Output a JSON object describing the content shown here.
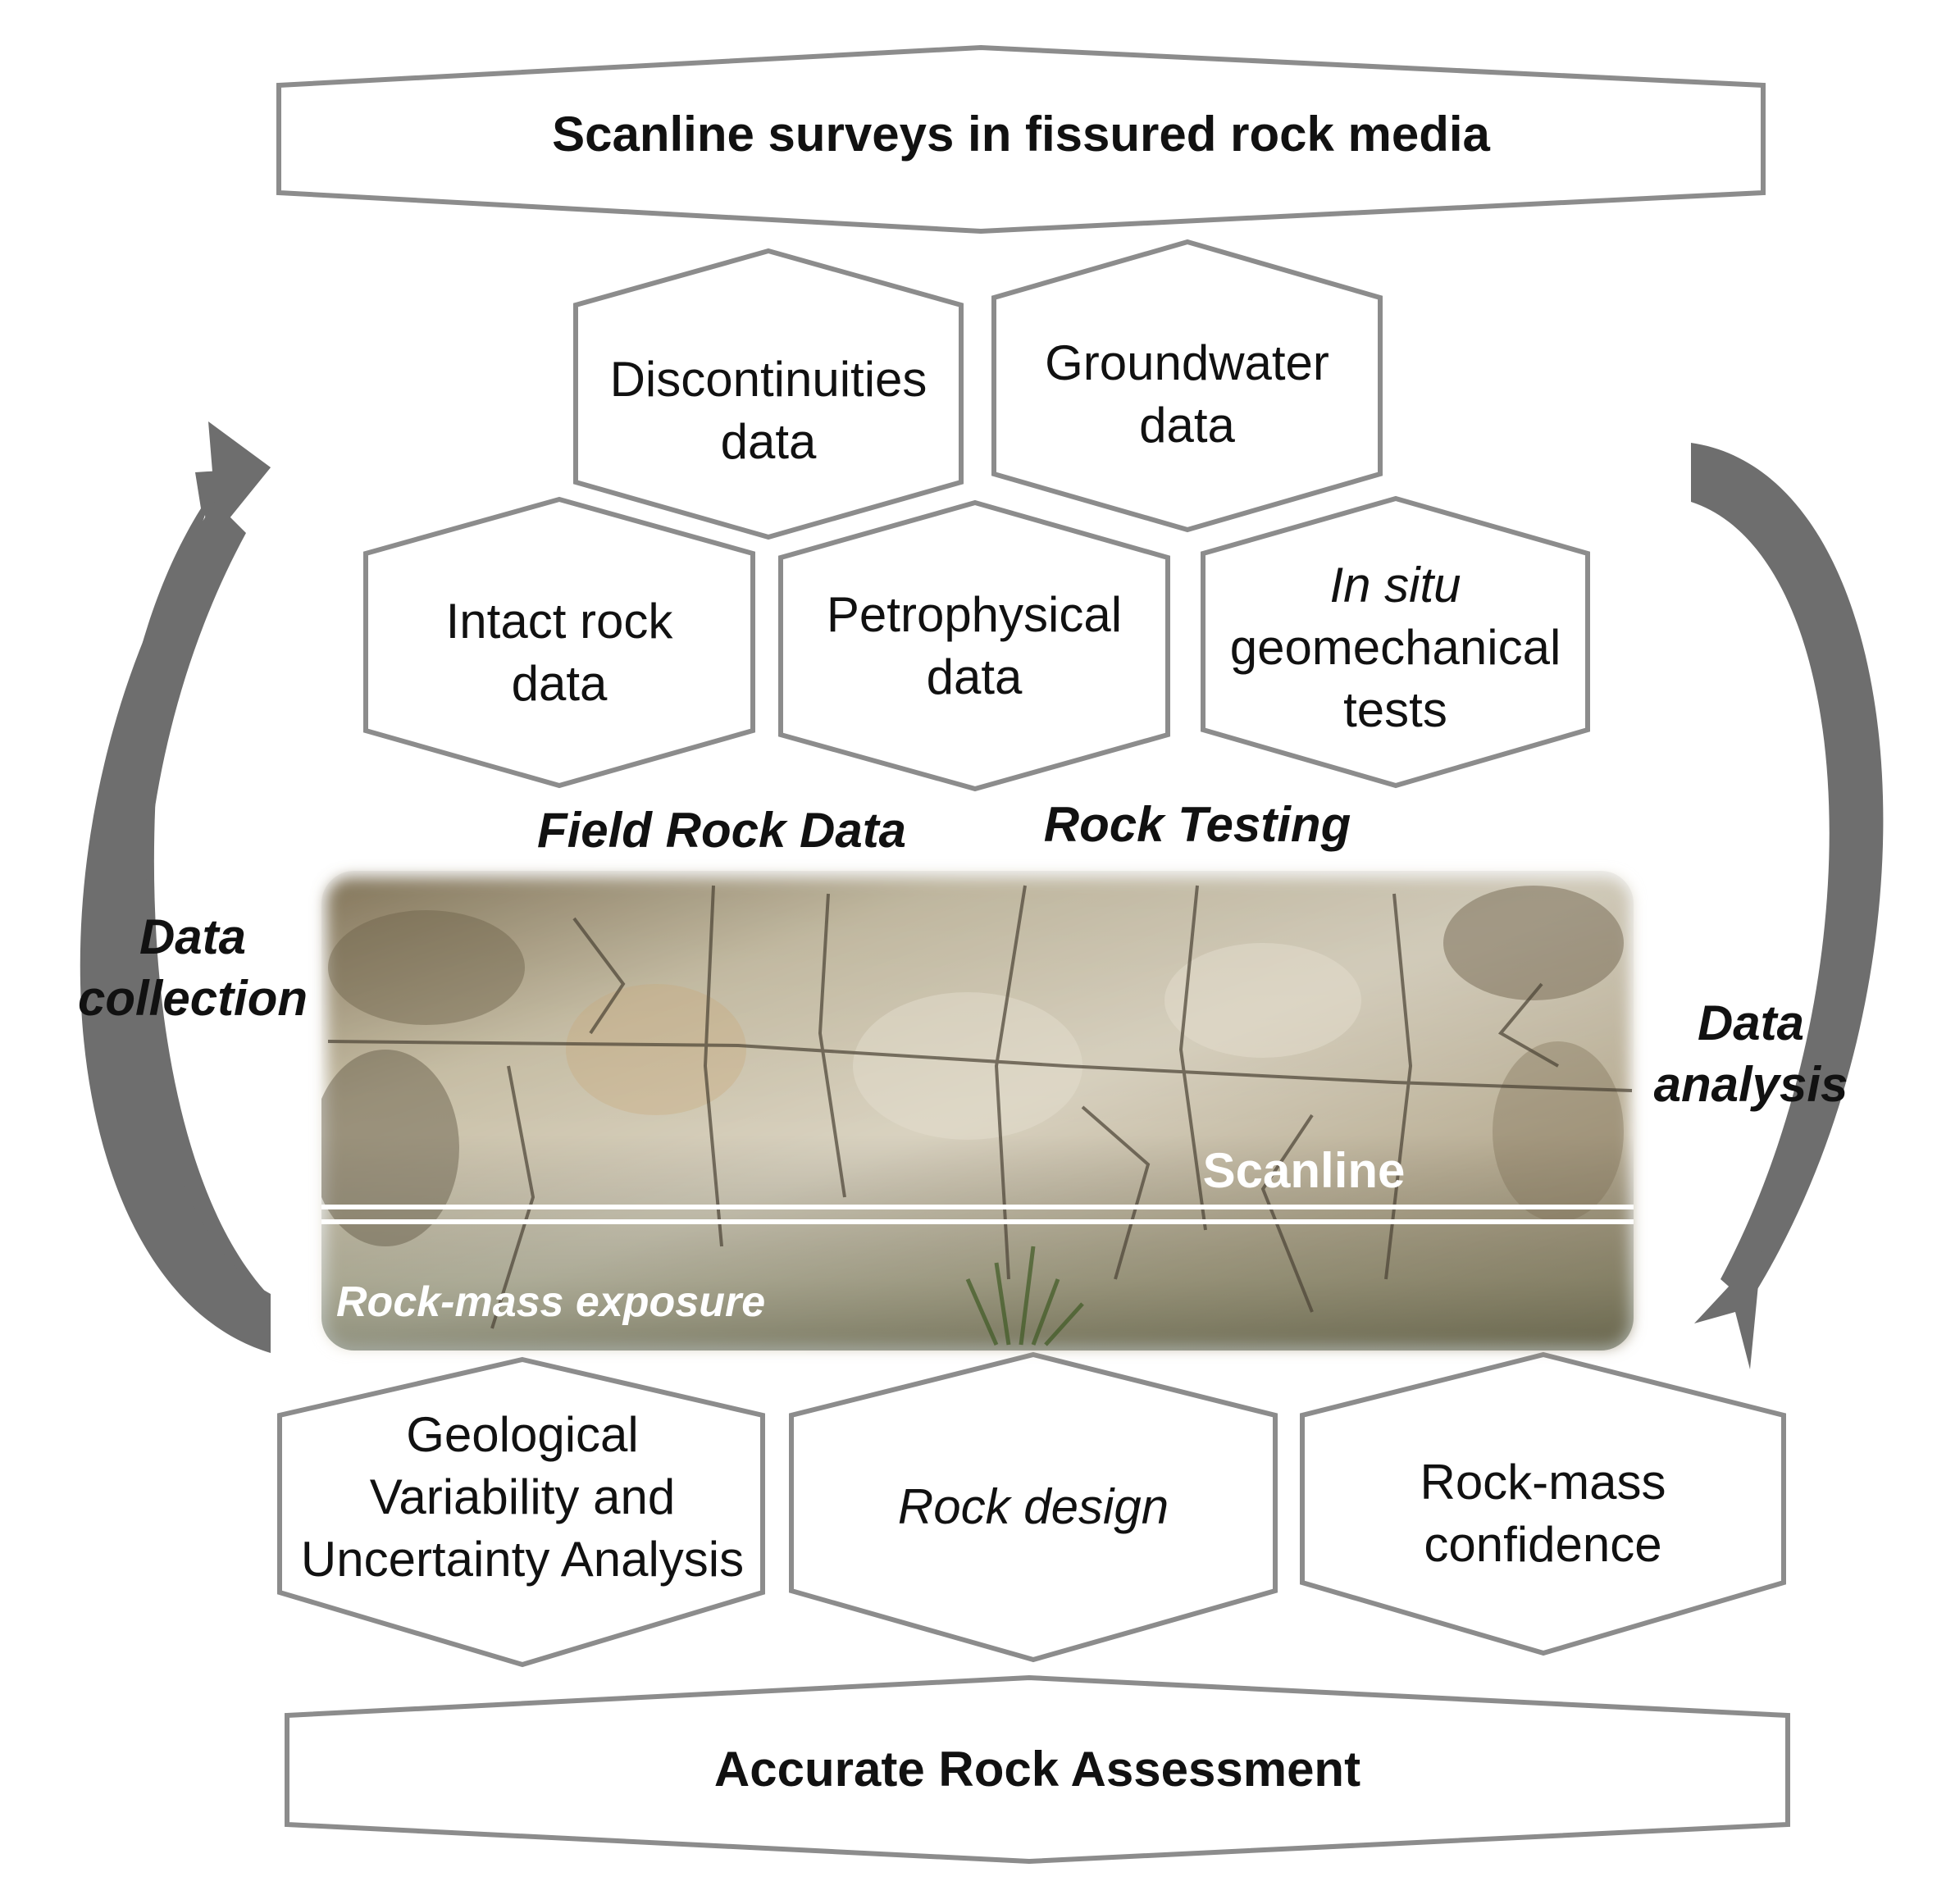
{
  "colors": {
    "outline": "#8c8c8c",
    "arrow": "#6e6e6e",
    "text": "#111111",
    "rock_light": "#cfc6b0",
    "rock_dark": "#7a6e57",
    "scanline": "#ffffff"
  },
  "top_banner": {
    "text": "Scanline surveys in fissured rock media"
  },
  "bottom_banner": {
    "text": "Accurate Rock Assessment"
  },
  "hexagons": {
    "discontinuities": {
      "line1": "Discontinuities",
      "line2": "data"
    },
    "groundwater": {
      "line1": "Groundwater",
      "line2": "data"
    },
    "intact_rock": {
      "line1": "Intact rock",
      "line2": "data"
    },
    "petrophysical": {
      "line1": "Petrophysical",
      "line2": "data"
    },
    "in_situ": {
      "line1": "In situ",
      "line2": "geomechanical",
      "line3": "tests"
    },
    "geological": {
      "line1": "Geological",
      "line2": "Variability and",
      "line3": "Uncertainty Analysis"
    },
    "rock_design": {
      "line1": "Rock design"
    },
    "rock_mass_confidence": {
      "line1": "Rock-mass",
      "line2": "confidence"
    }
  },
  "section_labels": {
    "field_rock_data": "Field Rock Data",
    "rock_testing": "Rock Testing"
  },
  "side_labels": {
    "data_collection": {
      "line1": "Data",
      "line2": "collection"
    },
    "data_analysis": {
      "line1": "Data",
      "line2": "analysis"
    }
  },
  "photo_labels": {
    "scanline": "Scanline",
    "rock_mass_exposure": "Rock-mass exposure"
  }
}
